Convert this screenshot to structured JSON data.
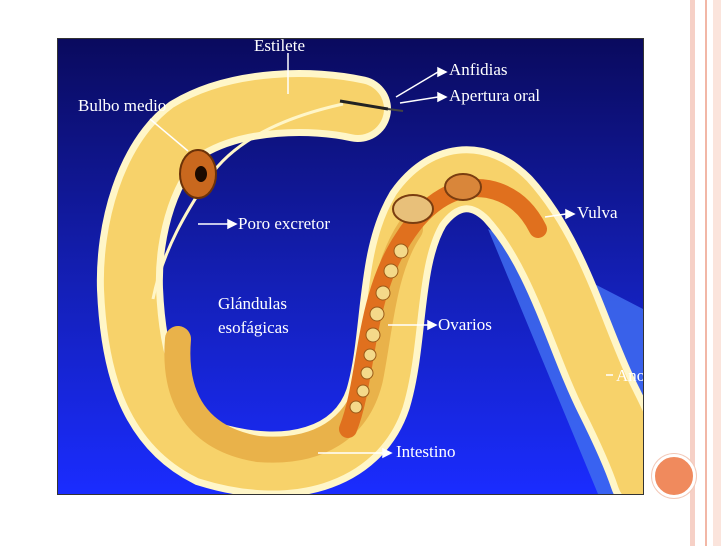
{
  "colors": {
    "accent_bullet": "#f08a5d",
    "rail": "#f6d0c6",
    "background_top": "#0a0a5e",
    "background_bottom": "#1a2cff",
    "body_fill": "#f7d26a",
    "cuticle": "#fff6c8",
    "ovary_tissue": "#e0701e"
  },
  "labels": {
    "estilete": "Estilete",
    "anfidias": "Anfidias",
    "apertura_oral": "Apertura oral",
    "bulbo_medio": "Bulbo medio",
    "poro_excretor": "Poro excretor",
    "vulva": "Vulva",
    "glandulas_1": "Glándulas",
    "glandulas_2": "esofágicas",
    "ovarios": "Ovarios",
    "ano": "Ano",
    "intestino": "Intestino"
  }
}
